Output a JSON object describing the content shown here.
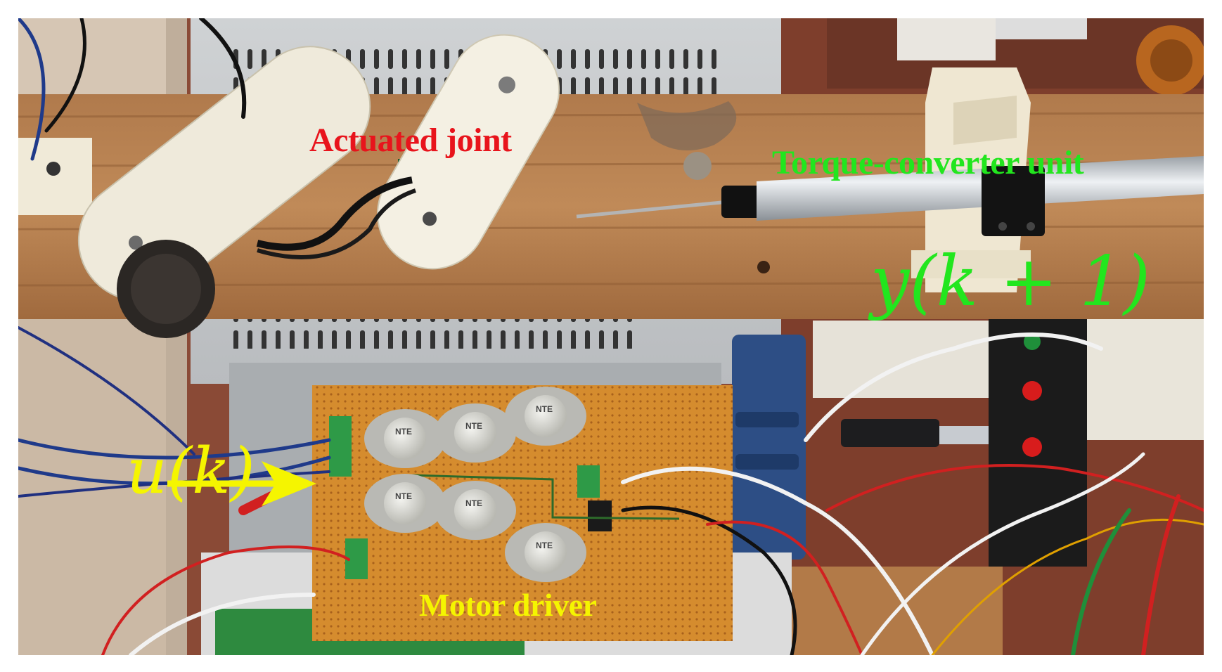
{
  "figure": {
    "labels": {
      "actuated_joint": "Actuated joint",
      "torque_converter": "Torque-converter unit",
      "motor_driver": "Motor driver",
      "input_signal": "u(k)",
      "output_signal": "y(k + 1)"
    },
    "colors": {
      "actuated_joint": "#e8141c",
      "torque_converter": "#22e61e",
      "motor_driver": "#f5f500",
      "input_signal": "#f5f500",
      "output_signal": "#22e61e",
      "arrow": "#f5f500"
    },
    "transistor_markings": [
      "NTE",
      "NTE",
      "NTE",
      "NTE",
      "NTE",
      "NTE"
    ]
  }
}
